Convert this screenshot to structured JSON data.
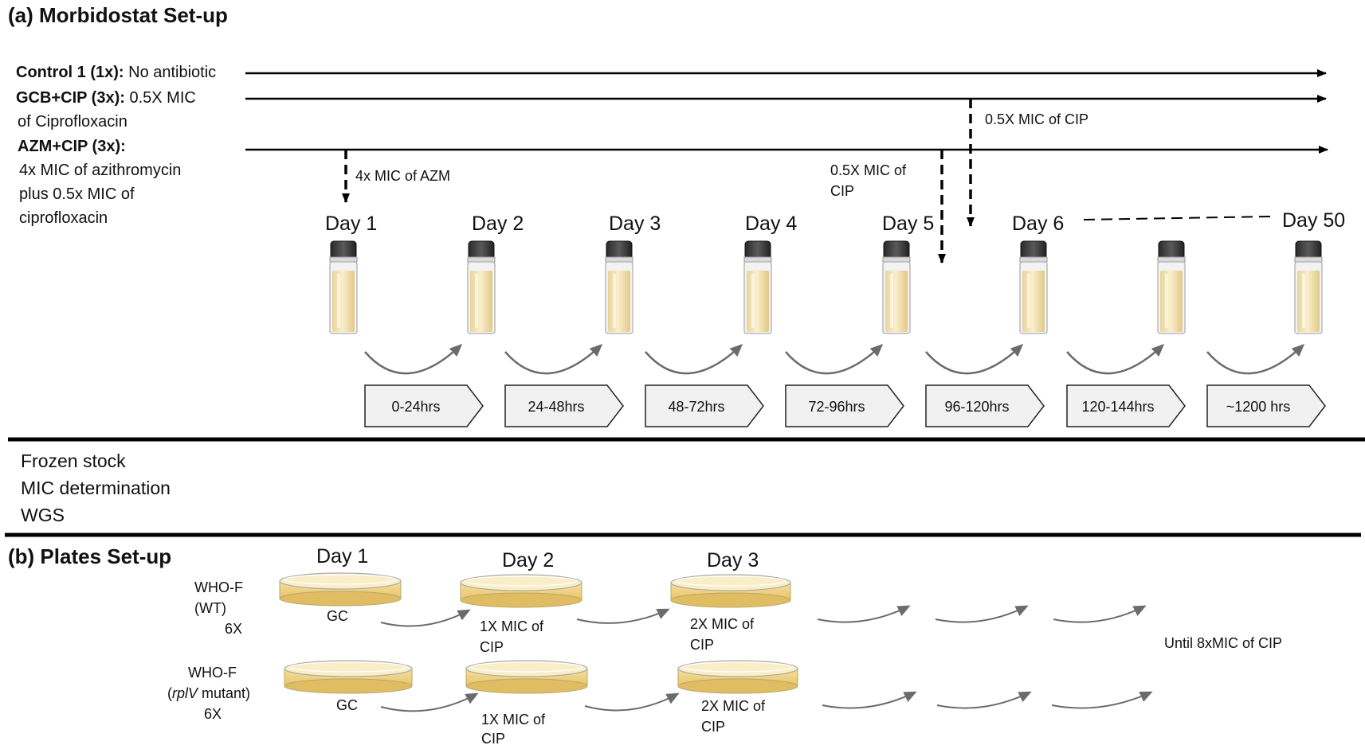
{
  "section_a": {
    "title": "(a) Morbidostat Set-up",
    "arms": [
      {
        "name": "Control 1 (1x):",
        "desc": [
          "No antibiotic"
        ]
      },
      {
        "name": "GCB+CIP (3x):",
        "desc": [
          "0.5X MIC",
          "of Ciprofloxacin"
        ]
      },
      {
        "name": "AZM+CIP (3x):",
        "desc": [
          "4x MIC of azithromycin",
          "plus 0.5x MIC of",
          "ciprofloxacin"
        ]
      }
    ],
    "annotations": {
      "azm": "4x MIC of AZM",
      "cip_a_line1": "0.5X MIC of",
      "cip_a_line2": "CIP",
      "cip_b": "0.5X MIC of CIP"
    },
    "days": [
      "Day 1",
      "Day 2",
      "Day 3",
      "Day 4",
      "Day 5",
      "Day 6",
      "Day 50"
    ],
    "intervals": [
      "0-24hrs",
      "24-48hrs",
      "48-72hrs",
      "72-96hrs",
      "96-120hrs",
      "120-144hrs",
      "~1200 hrs"
    ],
    "outputs": [
      "Frozen stock",
      "MIC determination",
      "WGS"
    ]
  },
  "section_b": {
    "title": "(b) Plates Set-up",
    "days": [
      "Day 1",
      "Day 2",
      "Day 3"
    ],
    "strain1": {
      "line1": "WHO-F",
      "line2": "(WT)",
      "line3": "6X"
    },
    "strain2": {
      "line1": "WHO-F",
      "line2_open": "(",
      "line2_italic": "rplV",
      "line2_rest": " mutant)",
      "line3": "6X"
    },
    "plate_labels": {
      "gc": "GC",
      "mic1_line1": "1X MIC of",
      "mic1_line2": "CIP",
      "mic2_line1": "2X MIC of",
      "mic2_line2": "CIP"
    },
    "final": "Until 8xMIC of CIP"
  }
}
